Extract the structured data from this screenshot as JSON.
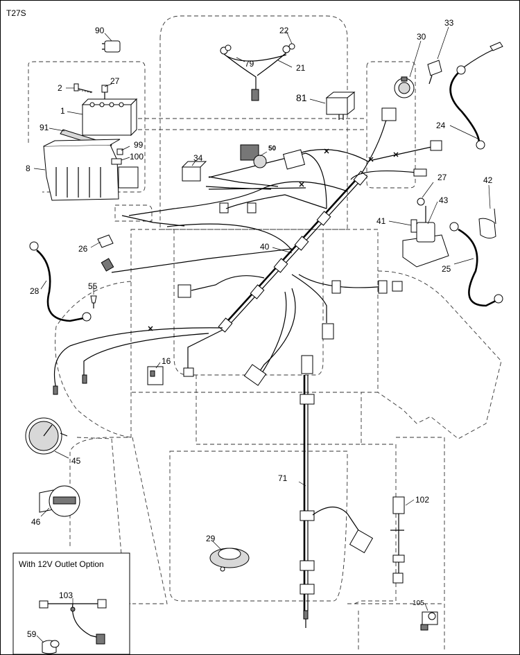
{
  "diagram": {
    "model_code": "T27S",
    "inset_title": "With 12V Outlet Option"
  },
  "callouts": [
    {
      "id": "c90",
      "text": "90"
    },
    {
      "id": "c22",
      "text": "22"
    },
    {
      "id": "c79",
      "text": "79"
    },
    {
      "id": "c21",
      "text": "21"
    },
    {
      "id": "c81",
      "text": "81"
    },
    {
      "id": "c30",
      "text": "30"
    },
    {
      "id": "c33",
      "text": "33"
    },
    {
      "id": "c27a",
      "text": "27"
    },
    {
      "id": "c2",
      "text": "2"
    },
    {
      "id": "c1",
      "text": "1"
    },
    {
      "id": "c91",
      "text": "91"
    },
    {
      "id": "c99",
      "text": "99"
    },
    {
      "id": "c100",
      "text": "100"
    },
    {
      "id": "c8",
      "text": "8"
    },
    {
      "id": "c34",
      "text": "34"
    },
    {
      "id": "c50",
      "text": "50"
    },
    {
      "id": "c24",
      "text": "24"
    },
    {
      "id": "c27b",
      "text": "27"
    },
    {
      "id": "c42",
      "text": "42"
    },
    {
      "id": "c43",
      "text": "43"
    },
    {
      "id": "c41",
      "text": "41"
    },
    {
      "id": "c26",
      "text": "26"
    },
    {
      "id": "c40",
      "text": "40"
    },
    {
      "id": "c25",
      "text": "25"
    },
    {
      "id": "c28",
      "text": "28"
    },
    {
      "id": "c55",
      "text": "55"
    },
    {
      "id": "c16",
      "text": "16"
    },
    {
      "id": "c45",
      "text": "45"
    },
    {
      "id": "c71",
      "text": "71"
    },
    {
      "id": "c46",
      "text": "46"
    },
    {
      "id": "c102",
      "text": "102"
    },
    {
      "id": "c29",
      "text": "29"
    },
    {
      "id": "c103",
      "text": "103"
    },
    {
      "id": "c59",
      "text": "59"
    },
    {
      "id": "c105",
      "text": "105"
    }
  ]
}
